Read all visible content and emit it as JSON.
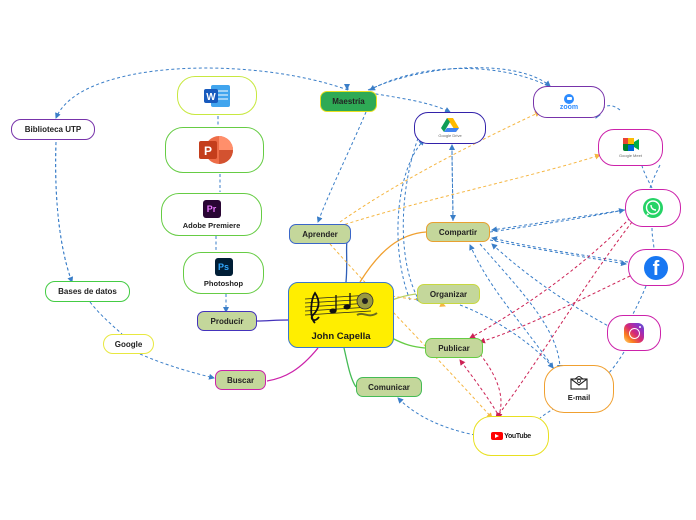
{
  "center": {
    "label": "John Capella"
  },
  "main_topics": {
    "aprender": "Aprender",
    "compartir": "Compartir",
    "organizar": "Organizar",
    "publicar": "Publicar",
    "comunicar": "Comunicar",
    "producir": "Producir",
    "buscar": "Buscar"
  },
  "subtopics": {
    "maestria": "Maestría",
    "biblioteca": "Biblioteca UTP",
    "bases": "Bases de datos",
    "google": "Google",
    "premiere": "Adobe Premiere",
    "photoshop": "Photoshop",
    "email": "E-mail"
  },
  "logos": {
    "word": "W",
    "powerpoint": "P",
    "premiere": "Pr",
    "photoshop": "Ps",
    "google_drive": "Google Drive",
    "zoom": "zoom",
    "google_meet": "Google Meet",
    "facebook": "f",
    "youtube": "YouTube"
  },
  "colors": {
    "topic_fill": "#c4d79b",
    "maestria_fill": "#2eaa55",
    "center_fill": "#ffee00",
    "center_border": "#3a78c9",
    "connector": "#3a7ec8",
    "zoom_blue": "#2d8cff",
    "youtube_red": "#ff0000"
  }
}
